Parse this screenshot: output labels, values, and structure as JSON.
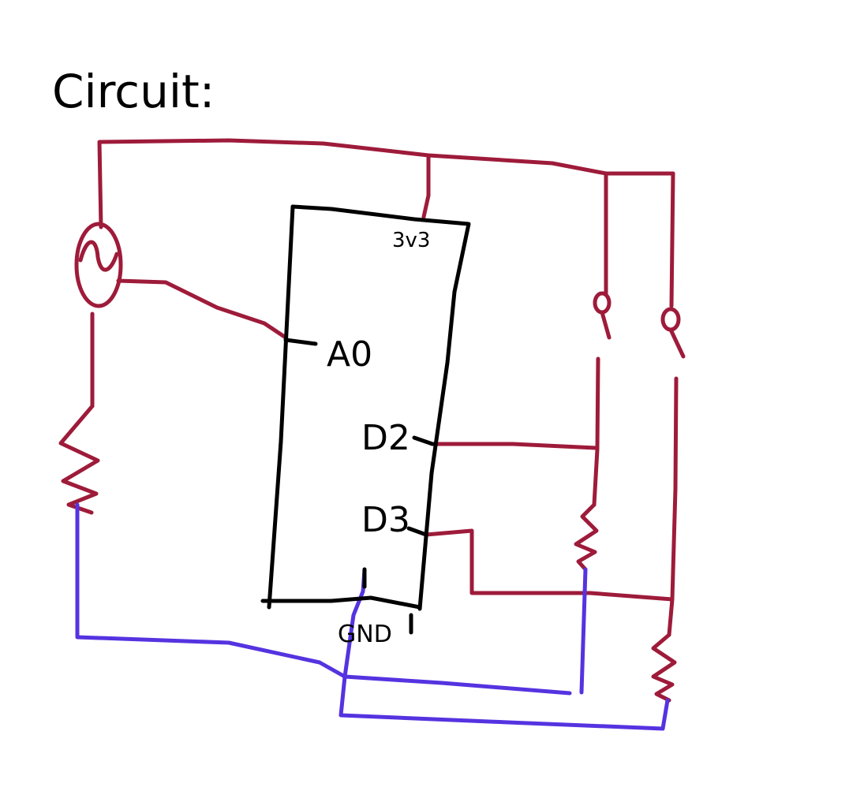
{
  "title": "Circuit:",
  "labels": {
    "power_pin": "3v3",
    "analog_pin": "A0",
    "digital_pin_2": "D2",
    "digital_pin_3": "D3",
    "ground_pin": "GND"
  },
  "colors": {
    "power_wire": "#9e1b3a",
    "ground_wire": "#5533e0",
    "board_outline": "#000000",
    "background": "#ffffff"
  },
  "components": {
    "sensor_icon": "light-sensor-circle-icon",
    "resistor_icon": "zigzag-resistor-icon",
    "switch_icon": "push-button-switch-icon"
  }
}
